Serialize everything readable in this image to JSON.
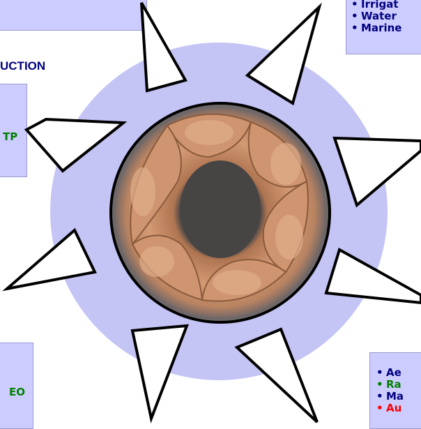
{
  "colors": {
    "box_fill": "#ccccff",
    "halo": "#c4c4f5",
    "dark_blue_text": "#000080",
    "green_text": "#008000",
    "red_text": "#ff0000",
    "triangle_stroke": "#000000"
  },
  "heading": {
    "text": "UCTION"
  },
  "left_box_upper": {
    "text": "TP"
  },
  "left_box_lower": {
    "text": "EO"
  },
  "top_right_box": {
    "items": [
      "Irrigat",
      "Water",
      "Marine"
    ]
  },
  "bottom_right_box": {
    "items": [
      "Ae",
      "Ra",
      "Ma",
      "Au"
    ],
    "item_colors": [
      "#000080",
      "#008000",
      "#000080",
      "#ff0000"
    ]
  },
  "center_image": {
    "icon": "linked-hands-image"
  }
}
